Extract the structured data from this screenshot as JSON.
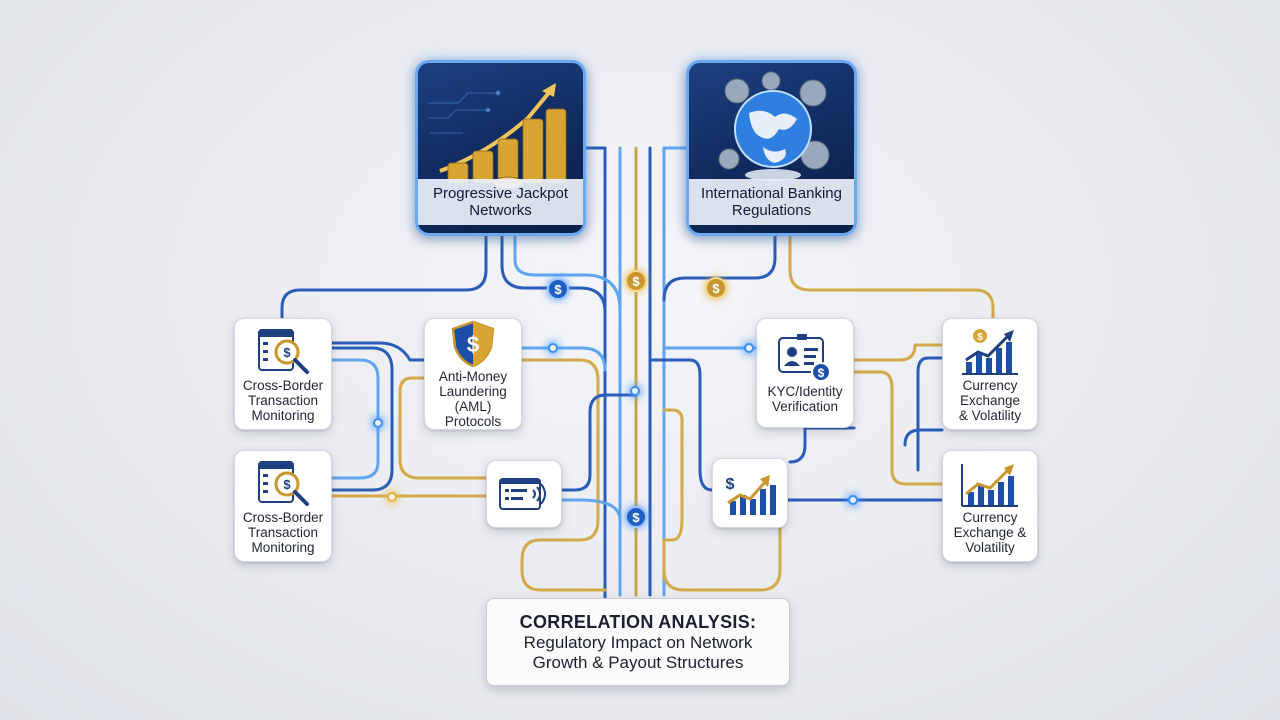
{
  "diagram": {
    "hero_left": {
      "label": "Progressive Jackpot\nNetworks",
      "icon": "coin-stacks-growth-icon"
    },
    "hero_right": {
      "label": "International Banking\nRegulations",
      "icon": "globe-gears-icon"
    },
    "left_top": {
      "label": "Cross-Border\nTransaction\nMonitoring",
      "icon": "document-magnifier-icon"
    },
    "left_bottom": {
      "label": "Cross-Border\nTransaction\nMonitoring",
      "icon": "document-magnifier-icon"
    },
    "aml": {
      "label": "Anti-Money\nLaundering\n(AML) Protocols",
      "icon": "shield-dollar-icon"
    },
    "signal": {
      "icon": "payment-signal-icon"
    },
    "kyc": {
      "label": "KYC/Identity\nVerification",
      "icon": "id-card-icon"
    },
    "mid_chart": {
      "icon": "bar-chart-dollar-icon"
    },
    "right_top": {
      "label": "Currency\nExchange\n& Volatility",
      "icon": "bar-chart-dollar-icon"
    },
    "right_bottom": {
      "label": "Currency\nExchange &\nVolatility",
      "icon": "bar-chart-growth-icon"
    },
    "title": {
      "heading": "CORRELATION ANALYSIS:",
      "sub": "Regulatory Impact on Network\nGrowth & Payout Structures"
    },
    "coin_symbol": "$",
    "colors": {
      "blue": "#1f5fc4",
      "gold": "#c9962f",
      "navy": "#102a5c"
    }
  }
}
